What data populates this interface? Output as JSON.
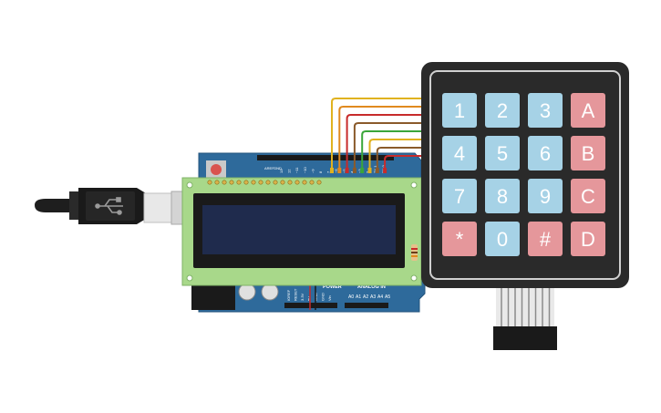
{
  "colors": {
    "board_blue": "#2e6a9b",
    "lcd_green": "#a8d88a",
    "lcd_screen": "#1f2b4d",
    "keypad_body": "#2a2a2a",
    "key_blue": "#a6d2e6",
    "key_red": "#e5979b",
    "reset_button": "#d9534f"
  },
  "usb_cable": {
    "icon": "usb-icon"
  },
  "arduino": {
    "labels": {
      "aref": "AREF",
      "gnd": "GND",
      "digital": [
        "13",
        "12",
        "~11",
        "~10",
        "~9",
        "8",
        "7",
        "~6",
        "~5",
        "4",
        "~3",
        "2",
        "TX 1",
        "RX 0"
      ],
      "power": "POWER",
      "analog": "ANALOG IN",
      "power_pins": [
        "IOREF",
        "RESET",
        "3.3V",
        "5V",
        "GND",
        "GND",
        "Vin"
      ],
      "analog_pins": [
        "A0",
        "A1",
        "A2",
        "A3",
        "A4",
        "A5"
      ]
    }
  },
  "keypad": {
    "keys": [
      {
        "label": "1",
        "type": "num"
      },
      {
        "label": "2",
        "type": "num"
      },
      {
        "label": "3",
        "type": "num"
      },
      {
        "label": "A",
        "type": "letter"
      },
      {
        "label": "4",
        "type": "num"
      },
      {
        "label": "5",
        "type": "num"
      },
      {
        "label": "6",
        "type": "num"
      },
      {
        "label": "B",
        "type": "letter"
      },
      {
        "label": "7",
        "type": "num"
      },
      {
        "label": "8",
        "type": "num"
      },
      {
        "label": "9",
        "type": "num"
      },
      {
        "label": "C",
        "type": "letter"
      },
      {
        "label": "*",
        "type": "letter"
      },
      {
        "label": "0",
        "type": "num"
      },
      {
        "label": "#",
        "type": "letter"
      },
      {
        "label": "D",
        "type": "letter"
      }
    ]
  },
  "wires": [
    {
      "color": "#e0b21f"
    },
    {
      "color": "#e08a1f"
    },
    {
      "color": "#c72b2b"
    },
    {
      "color": "#8a5a2b"
    },
    {
      "color": "#3aa63a"
    },
    {
      "color": "#e0b21f"
    },
    {
      "color": "#8a5a2b"
    },
    {
      "color": "#c72b2b"
    }
  ]
}
